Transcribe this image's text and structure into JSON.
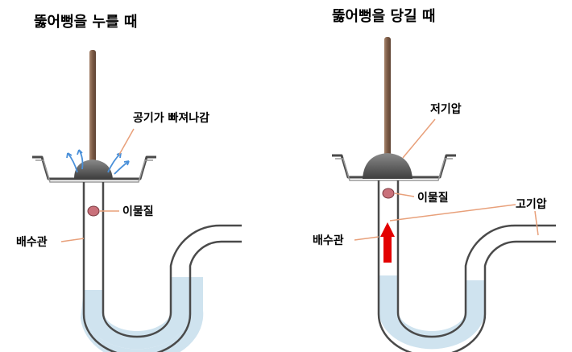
{
  "left": {
    "title": "뚫어뻥을 누를 때",
    "labels": {
      "air_out": "공기가 빠져나감",
      "debris": "이물질",
      "drain": "배수관"
    }
  },
  "right": {
    "title": "뚫어뻥을 당길 때",
    "labels": {
      "low_pressure": "저기압",
      "debris": "이물질",
      "high_pressure": "고기압",
      "drain": "배수관"
    }
  },
  "colors": {
    "water": "#cfe3ef",
    "pipe_outline": "#4a4a4a",
    "handle": "#8a6a55",
    "plunger_cup": "#555555",
    "debris": "#c9707a",
    "arrow": "#e30000",
    "leader_line": "#e8a07a",
    "air_arrow": "#4a90d9"
  }
}
